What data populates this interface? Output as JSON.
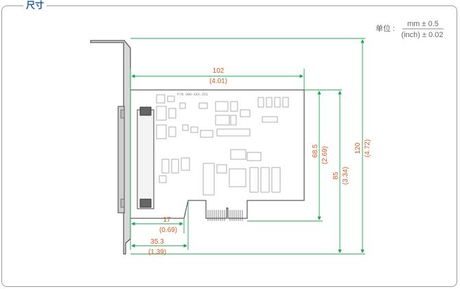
{
  "section_title": "尺寸",
  "units": {
    "label": "单位 :",
    "metric": "mm ± 0.5",
    "imperial": "(inch) ± 0.02"
  },
  "board_label": "P/N 300-XXX.XX1",
  "dimensions": {
    "length": {
      "mm": "102",
      "inch": "(4.01)"
    },
    "card_height": {
      "mm": "68.5",
      "inch": "(2.69)"
    },
    "bracket_span": {
      "mm": "85",
      "inch": "(3.34)"
    },
    "overall_height": {
      "mm": "120",
      "inch": "(4.72)"
    },
    "edge_to_slot": {
      "mm": "17",
      "inch": "(0.69)"
    },
    "edge_to_key": {
      "mm": "35.3",
      "inch": "(1.39)"
    }
  },
  "colors": {
    "dimension": "#e0561a",
    "title": "#1f5fa8",
    "line": "#1aa64a"
  }
}
